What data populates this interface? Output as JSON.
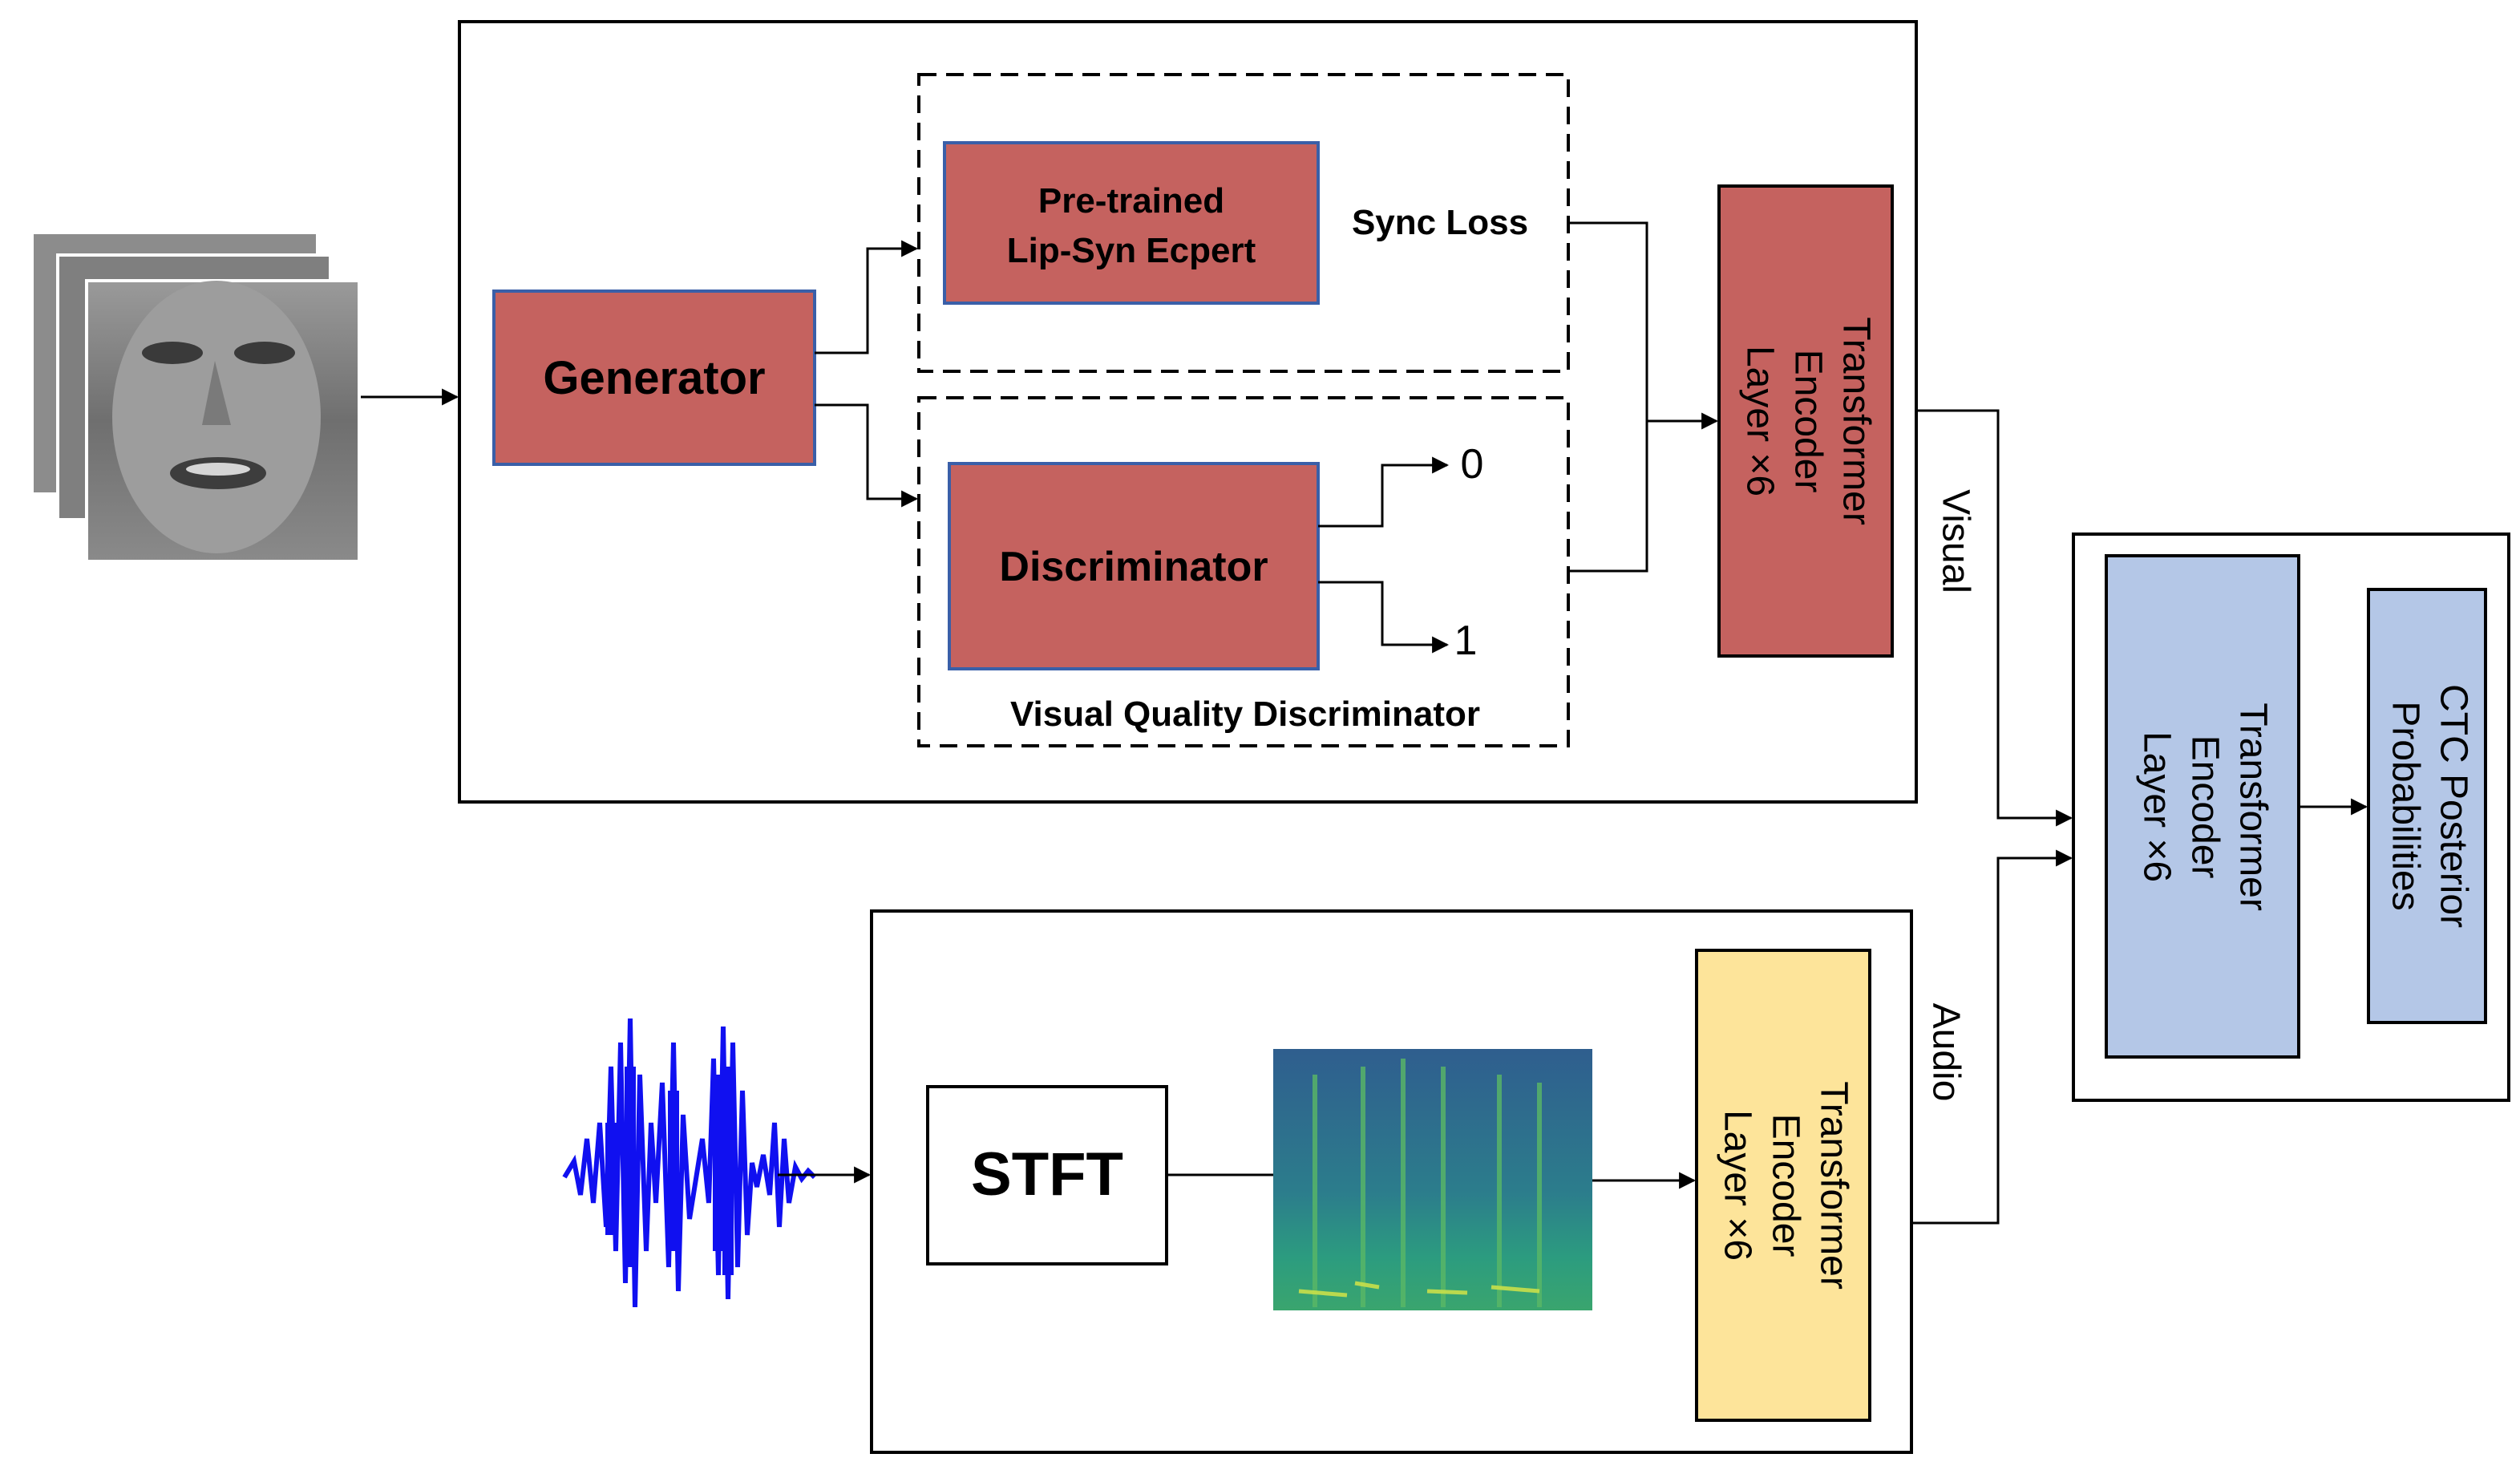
{
  "visual_branch": {
    "generator_label": "Generator",
    "expert_label_line1": "Pre-trained",
    "expert_label_line2": "Lip-Syn Ecpert",
    "sync_loss_label": "Sync Loss",
    "discriminator_label": "Discriminator",
    "output_zero_label": "0",
    "output_one_label": "1",
    "vqd_group_label": "Visual Quality Discriminator",
    "encoder_line1": "Transformer",
    "encoder_line2": "Encoder",
    "encoder_line3": "Layer ×6",
    "stream_label": "Visual"
  },
  "audio_branch": {
    "stft_label": "STFT",
    "encoder_line1": "Transformer",
    "encoder_line2": "Encoder",
    "encoder_line3": "Layer ×6",
    "stream_label": "Audio"
  },
  "fusion": {
    "encoder_line1": "Transformer",
    "encoder_line2": "Encoder",
    "encoder_line3": "Layer ×6",
    "output_line1": "CTC Posterior",
    "output_line2": "Probabilities"
  },
  "colors": {
    "red_block": "#c5625f",
    "red_border": "#3a5fa8",
    "yellow_block": "#fde49a",
    "blue_block": "#b4c7e7",
    "waveform": "#1010f0"
  }
}
